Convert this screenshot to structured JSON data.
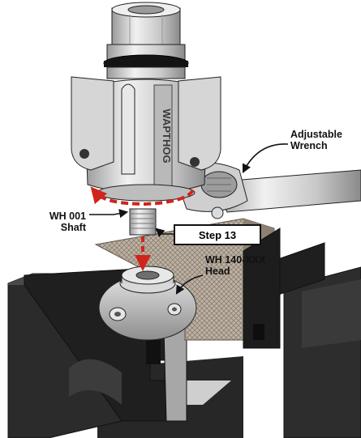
{
  "labels": {
    "wrench": "Adjustable\nWrench",
    "shaft": "WH 001\nShaft",
    "step": "Step 13",
    "head": "WH 140-XXX\nHead",
    "brand": "WAPTHOG"
  },
  "colors": {
    "metal_light": "#e4e4e4",
    "metal_mid": "#bdbdbd",
    "metal_dark": "#8c8c8c",
    "vise_dark": "#2b2b2b",
    "vise_light": "#c9c9c9",
    "jaw_pad": "#b8aa9a",
    "arrow_red": "#d0241c",
    "outline": "#1a1a1a"
  }
}
